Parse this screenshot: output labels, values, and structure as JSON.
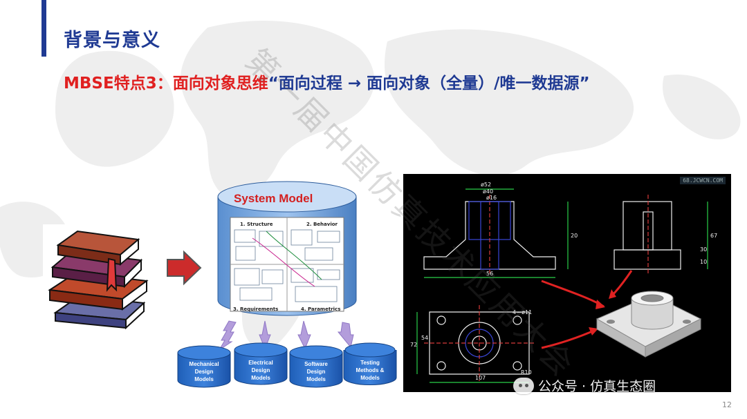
{
  "slide": {
    "section_title": "背景与意义",
    "subtitle_prefix": "MBSE特点3：面向对象思维",
    "subtitle_quote": "“面向过程 → 面向对象（全量）/唯一数据源”",
    "page_number": "12",
    "watermark_text": "第一届中国仿真技术应用大会"
  },
  "system_model": {
    "title": "System Model",
    "quadrants": [
      "1. Structure",
      "2. Behavior",
      "3. Requirements",
      "4. Parametrics"
    ],
    "databases": [
      {
        "line1": "Mechanical",
        "line2": "Design",
        "line3": "Models"
      },
      {
        "line1": "Electrical",
        "line2": "Design",
        "line3": "Models"
      },
      {
        "line1": "Software",
        "line2": "Design",
        "line3": "Models"
      },
      {
        "line1": "Testing",
        "line2": "Methods &",
        "line3": "Models"
      }
    ]
  },
  "cad": {
    "corner_label": "68.JCWCN.COM",
    "dimensions": [
      "ø52",
      "ø40",
      "ø16",
      "20",
      "56",
      "30",
      "67",
      "10",
      "4—ø11",
      "R10",
      "107",
      "72",
      "54"
    ]
  },
  "wechat": {
    "text": "公众号 · 仿真生态圈"
  },
  "colors": {
    "accent": "#1f3a93",
    "highlight": "#e02020"
  }
}
